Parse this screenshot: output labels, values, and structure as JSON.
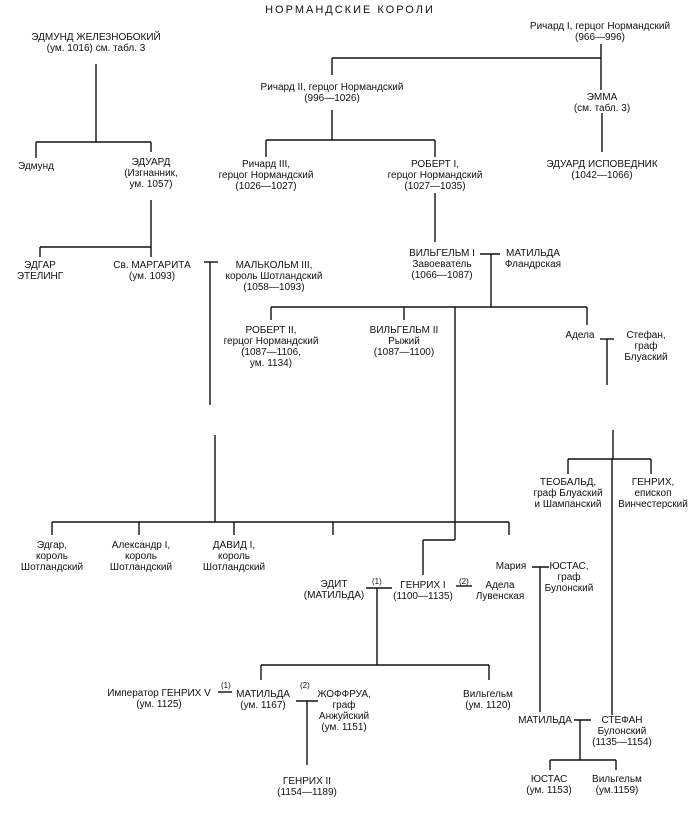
{
  "title": "НОРМАНДСКИЕ КОРОЛИ",
  "people": {
    "edmund_ironside": [
      "ЭДМУНД ЖЕЛЕЗНОБОКИЙ",
      "(ум. 1016) см. табл. 3"
    ],
    "richard1": [
      "Ричард I, герцог Нормандский",
      "(966—996)"
    ],
    "richard2": [
      "Ричард II, герцог Нормандский",
      "(996—1026)"
    ],
    "emma": [
      "ЭММА",
      "(см. табл. 3)"
    ],
    "edmund": [
      "Эдмунд"
    ],
    "edward_exile": [
      "ЭДУАРД",
      "(Изгнанник,",
      "ум. 1057)"
    ],
    "richard3": [
      "Ричард III,",
      "герцог Нормандский",
      "(1026—1027)"
    ],
    "robert1": [
      "РОБЕРТ I,",
      "герцог Нормандский",
      "(1027—1035)"
    ],
    "edward_confessor": [
      "ЭДУАРД ИСПОВЕДНИК",
      "(1042—1066)"
    ],
    "edgar_etheling": [
      "ЭДГАР",
      "ЭТЕЛИНГ"
    ],
    "margaret": [
      "Св. МАРГАРИТА",
      "(ум. 1093)"
    ],
    "malcolm3": [
      "МАЛЬКОЛЬМ III,",
      "король Шотландский",
      "(1058—1093)"
    ],
    "william1": [
      "ВИЛЬГЕЛЬМ I",
      "Завоеватель",
      "(1066—1087)"
    ],
    "matilda_flanders": [
      "МАТИЛЬДА",
      "Фландрская"
    ],
    "robert2": [
      "РОБЕРТ II,",
      "герцог Нормандский",
      "(1087—1106,",
      "ум. 1134)"
    ],
    "william2": [
      "ВИЛЬГЕЛЬМ II",
      "Рыжий",
      "(1087—1100)"
    ],
    "adela": [
      "Адела"
    ],
    "stephen_blois": [
      "Стефан,",
      "граф",
      "Блуаский"
    ],
    "theobald": [
      "ТЕОБАЛЬД,",
      "граф Блуаский",
      "и Шампанский"
    ],
    "henry_bishop": [
      "ГЕНРИХ,",
      "епископ",
      "Винчестерский"
    ],
    "edgar_k": [
      "Эдгар,",
      "король",
      "Шотландский"
    ],
    "alexander1": [
      "Александр I,",
      "король",
      "Шотландский"
    ],
    "david1": [
      "ДАВИД I,",
      "король",
      "Шотландский"
    ],
    "edith": [
      "ЭДИТ",
      "(МАТИЛЬДА)"
    ],
    "henry1": [
      "ГЕНРИХ I",
      "(1100—1135)"
    ],
    "adela_louvain": [
      "Адела",
      "Лувенская"
    ],
    "maria": [
      "Мария"
    ],
    "eustace_count": [
      "ЮСТАС,",
      "граф",
      "Булонский"
    ],
    "emperor_henry5": [
      "Император ГЕНРИХ V",
      "(ум. 1125)"
    ],
    "matilda_emp": [
      "МАТИЛЬДА",
      "(ум. 1167)"
    ],
    "geoffrey": [
      "ЖОФФРУА,",
      "граф",
      "Анжуйский",
      "(ум. 1151)"
    ],
    "william_s": [
      "Вильгельм",
      "(ум. 1120)"
    ],
    "henry2": [
      "ГЕНРИХ II",
      "(1154—1189)"
    ],
    "matilda_b": [
      "МАТИЛЬДА"
    ],
    "stephen_k": [
      "СТЕФАН",
      "Булонский",
      "(1135—1154)"
    ],
    "eustace_s": [
      "ЮСТАС",
      "(ум. 1153)"
    ],
    "william_s2": [
      "Вильгельм",
      "(ум.1159)"
    ]
  },
  "marks": {
    "m1": "(1)",
    "m2": "(2)",
    "m3": "(1)",
    "m4": "(2)"
  }
}
